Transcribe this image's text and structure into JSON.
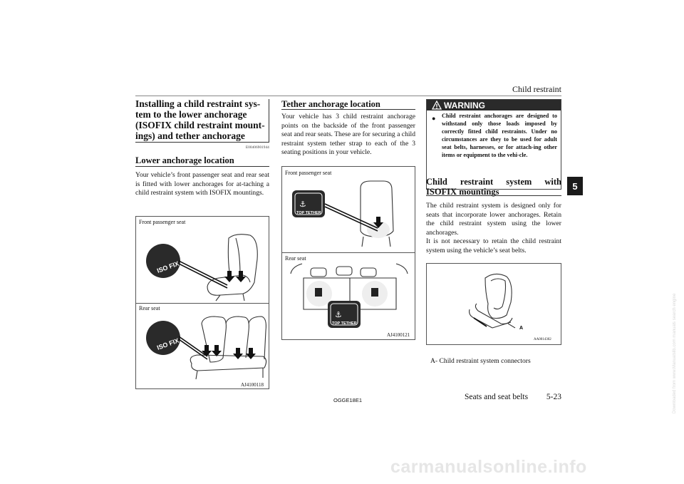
{
  "header": {
    "title": "Child restraint"
  },
  "chapter_tab": "5",
  "column1": {
    "title": "Installing a child restraint sys-tem to the lower anchorage (ISOFIX child restraint mount-ings) and tether anchorage",
    "title_lines": [
      "Installing a child restraint sys-",
      "tem to the lower anchorage",
      "(ISOFIX child restraint mount-",
      "ings) and tether anchorage"
    ],
    "code": "E00406901944",
    "lower_heading": "Lower anchorage location",
    "lower_body": "Your vehicle’s front passenger seat and rear seat is fitted with lower anchorages for at-taching a child restraint system with ISOFIX mountings.",
    "figure": {
      "label_top": "Front passenger seat",
      "label_bottom": "Rear seat",
      "code": "AJ4100118",
      "badge": "ISO FIX"
    }
  },
  "column2": {
    "heading": "Tether anchorage location",
    "body": "Your vehicle has 3 child restraint anchorage points on the backside of the front passenger seat and rear seats. These are for securing a child restraint system tether strap to each of the 3 seating positions in your vehicle.",
    "figure": {
      "label_top": "Front passenger seat",
      "label_bottom": "Rear seat",
      "code": "AJ4100121",
      "badge": "TOP TETHER"
    }
  },
  "column3": {
    "warning": {
      "header": "WARNING",
      "bullet": "l",
      "text": "Child restraint anchorages are designed to withstand only those loads imposed by correctly fitted child restraints. Under no circumstances are they to be used for adult seat belts, harnesses, or for attach-ing other items or equipment to the vehi-cle."
    },
    "isofix_heading_line1": [
      "Child",
      "restraint",
      "system",
      "with"
    ],
    "isofix_heading_line2": "ISOFIX mountings",
    "isofix_body": "The child restraint system is designed only for seats that incorporate lower anchorages. Retain the child restraint system using the lower anchorages.",
    "isofix_body2": "It is not necessary to retain the child restraint system using the vehicle’s seat belts.",
    "figure": {
      "code": "AA0014302",
      "callout": "A"
    },
    "caption": "A- Child restraint system connectors"
  },
  "footer": {
    "code": "OGGE18E1",
    "section": "Seats and seat belts",
    "page": "5-23"
  },
  "watermark": "carmanualsonline.info",
  "side_mark": "Downloaded from www.Manualslib.com manuals search engine"
}
